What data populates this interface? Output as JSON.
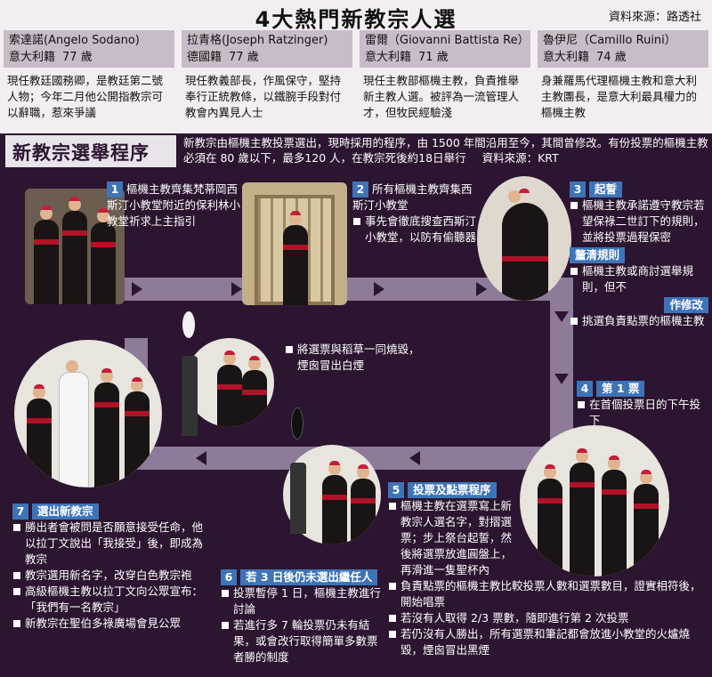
{
  "header": {
    "title": "4大熱門新教宗人選",
    "source": "資料來源：路透社"
  },
  "candidates": [
    {
      "name": "索達諾(Angelo Sodano)",
      "nationality": "意大利籍",
      "age": "77 歲",
      "desc": "現任教廷國務卿，是教廷第二號人物；今年二月他公開指教宗可以辭職，惹來爭議"
    },
    {
      "name": "拉青格(Joseph Ratzinger)",
      "nationality": "德國籍",
      "age": "77 歲",
      "desc": "現任教義部長，作風保守，堅持奉行正統教條，以鐵腕手段對付教會內異見人士"
    },
    {
      "name": "雷爾（Giovanni Battista Re）",
      "nationality": "意大利籍",
      "age": "71 歲",
      "desc": "現任主教部樞機主教，負責推舉新主教人選。被評為一流管理人才，但牧民經驗淺"
    },
    {
      "name": "魯伊尼（Camillo Ruini）",
      "nationality": "意大利籍",
      "age": "74 歲",
      "desc": "身兼羅馬代理樞機主教和意大利主教團長，是意大利最具權力的樞機主教"
    }
  ],
  "process": {
    "title": "新教宗選舉程序",
    "intro": "新教宗由樞機主教投票選出，現時採用的程序，由 1500 年間沿用至今，其間曾修改。有份投票的樞機主教必須在 80 歲以下，最多120 人，在教宗死後約18日舉行",
    "source": "資料來源：KRT"
  },
  "steps": {
    "s1": {
      "num": "1",
      "text": "樞機主教齊集梵蒂岡西斯汀小教堂附近的保利林小教堂祈求上主指引"
    },
    "s2": {
      "num": "2",
      "title": "所有樞機主教齊集西斯汀小教堂",
      "bullet": "事先會徹底搜查西斯汀小教堂，以防有偷聽器"
    },
    "s3": {
      "num": "3",
      "title": "起誓",
      "bullet": "樞機主教承諾遵守教宗若望保祿二世訂下的規則，並將投票過程保密",
      "sub1": "釐清規則",
      "sub1_bullet": "樞機主教或商討選舉規則，但不",
      "sub2": "作修改",
      "sub2_bullet": "挑選負責點票的樞機主教"
    },
    "s4": {
      "num": "4",
      "title": "第 1 票",
      "bullet": "在首個投票日的下午投下"
    },
    "s5": {
      "num": "5",
      "title": "投票及點票程序",
      "b1": "樞機主教在選票寫上新教宗人選名字，對摺選票；步上祭台起誓，然後將選票放進圓盤上，再滑進一隻聖杯內",
      "b2": "負責點票的樞機主教比較投票人數和選票數目，證實相符後，開始唱票",
      "b3": "若沒有人取得 2/3 票數，隨即進行第 2 次投票",
      "b4": "若仍沒有人勝出，所有選票和筆記都會放進小教堂的火爐燒毀，煙囪冒出黑煙"
    },
    "s6": {
      "num": "6",
      "title": "若 3 日後仍未選出繼任人",
      "b1": "投票暫停 1 日，樞機主教進行討論",
      "b2": "若進行多 7 輪投票仍未有結果，或會改行取得簡單多數票者勝的制度"
    },
    "s7": {
      "num": "7",
      "title": "選出新教宗",
      "b1": "勝出者會被問是否願意接受任命，他以拉丁文說出「我接受」後，即成為教宗",
      "b2": "教宗選用新名字，改穿白色教宗袍",
      "b3": "高級樞機主教以拉丁文向公眾宣布：「我們有一名教宗」",
      "b4": "新教宗在聖伯多祿廣場會見公眾"
    },
    "smoke": {
      "text": "將選票與稻草一同燒毀，煙囪冒出白煙"
    }
  },
  "colors": {
    "background": "#2b1530",
    "track": "#8d7b99",
    "step_label": "#3d74b8",
    "sash": "#b01228"
  }
}
